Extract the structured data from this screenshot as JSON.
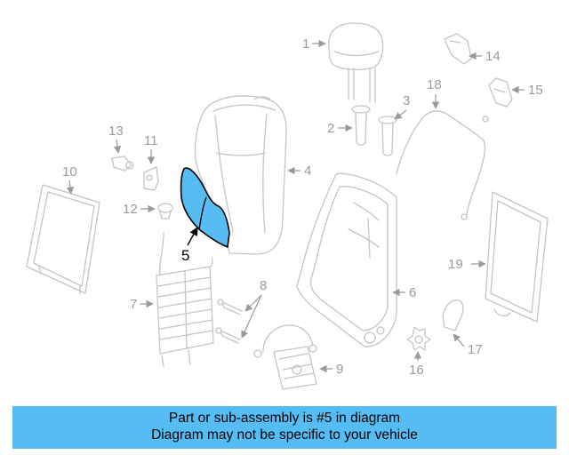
{
  "banner": {
    "line1": "Part or sub-assembly is #5 in diagram",
    "line2": "Diagram may not be specific to your vehicle"
  },
  "callouts": {
    "c1": "1",
    "c2": "2",
    "c3": "3",
    "c4": "4",
    "c5": "5",
    "c6": "6",
    "c7": "7",
    "c8": "8",
    "c9": "9",
    "c10": "10",
    "c11": "11",
    "c12": "12",
    "c13": "13",
    "c14": "14",
    "c15": "15",
    "c16": "16",
    "c17": "17",
    "c18": "18",
    "c19": "19"
  },
  "colors": {
    "highlight": "#55bdf3",
    "line_art": "#c4c4c4",
    "callout_text": "#9a9a9a"
  }
}
